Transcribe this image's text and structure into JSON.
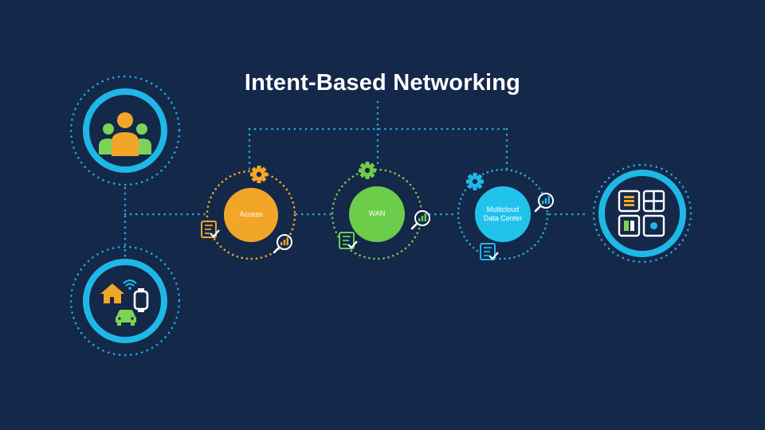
{
  "title": "Intent-Based Networking",
  "nodes": {
    "access": {
      "label": "Access"
    },
    "wan": {
      "label": "WAN"
    },
    "multicloud": {
      "label_line1": "Multicloud",
      "label_line2": "Data Center"
    }
  },
  "colors": {
    "background": "#14284a",
    "cyan": "#1fb8e6",
    "dots": "#23a9dd",
    "access": "#f2a628",
    "wan": "#6ccd4b",
    "multicloud": "#21c3ec",
    "gear_access": "#f2a628",
    "gear_wan": "#6ccd4b",
    "gear_multicloud": "#1fb8e6"
  },
  "icons": [
    "users-icon",
    "iot-devices-icon",
    "gear-icon",
    "policy-checklist-icon",
    "analytics-search-icon",
    "app-dashboard-icon"
  ]
}
